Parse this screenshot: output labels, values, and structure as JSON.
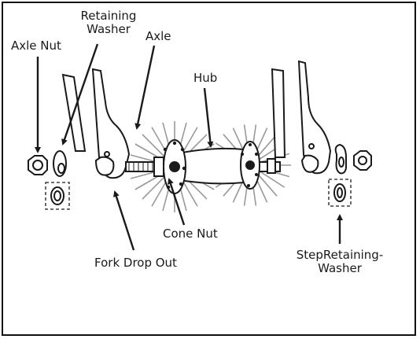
{
  "colors": {
    "ink": "#1a1a1a",
    "frame": "#111111",
    "background": "#ffffff"
  },
  "labels": {
    "retaining_washer_line1": "Retaining",
    "retaining_washer_line2": "Washer",
    "axle_nut": "Axle Nut",
    "axle": "Axle",
    "hub": "Hub",
    "cone_nut": "Cone Nut",
    "fork_drop_out": "Fork Drop Out",
    "step_washer_line1": "StepRetaining-",
    "step_washer_line2": "Washer"
  },
  "icons": [
    "arrow-icon",
    "axle-nut-icon",
    "washer-icon",
    "hub-icon",
    "fork-icon",
    "spoke-icon"
  ]
}
